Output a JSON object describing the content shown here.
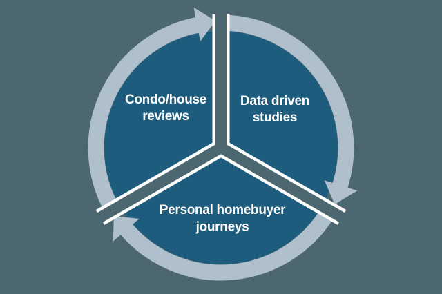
{
  "diagram": {
    "type": "cycle",
    "direction": "clockwise",
    "segments": [
      {
        "id": "condo-house-reviews",
        "label": "Condo/house reviews",
        "line1": "Condo/house",
        "line2": "reviews"
      },
      {
        "id": "data-driven-studies",
        "label": "Data driven studies",
        "line1": "Data driven",
        "line2": "studies"
      },
      {
        "id": "personal-homebuyer-journeys",
        "label": "Personal homebuyer journeys",
        "line1": "Personal homebuyer",
        "line2": "journeys"
      }
    ],
    "colors": {
      "background": "#4C6770",
      "circle": "#1E5C7D",
      "ring": "#AFBFCC",
      "divider": "#FFFFFF",
      "label_text": "#FFFFFF"
    }
  }
}
